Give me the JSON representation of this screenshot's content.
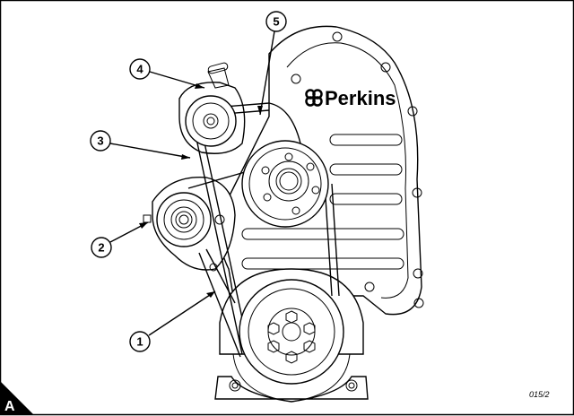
{
  "figure": {
    "corner_label": "A",
    "reference_code": "015/2",
    "logo_text": "Perkins",
    "callouts": [
      {
        "label": "1"
      },
      {
        "label": "2"
      },
      {
        "label": "3"
      },
      {
        "label": "4"
      },
      {
        "label": "5"
      }
    ]
  }
}
